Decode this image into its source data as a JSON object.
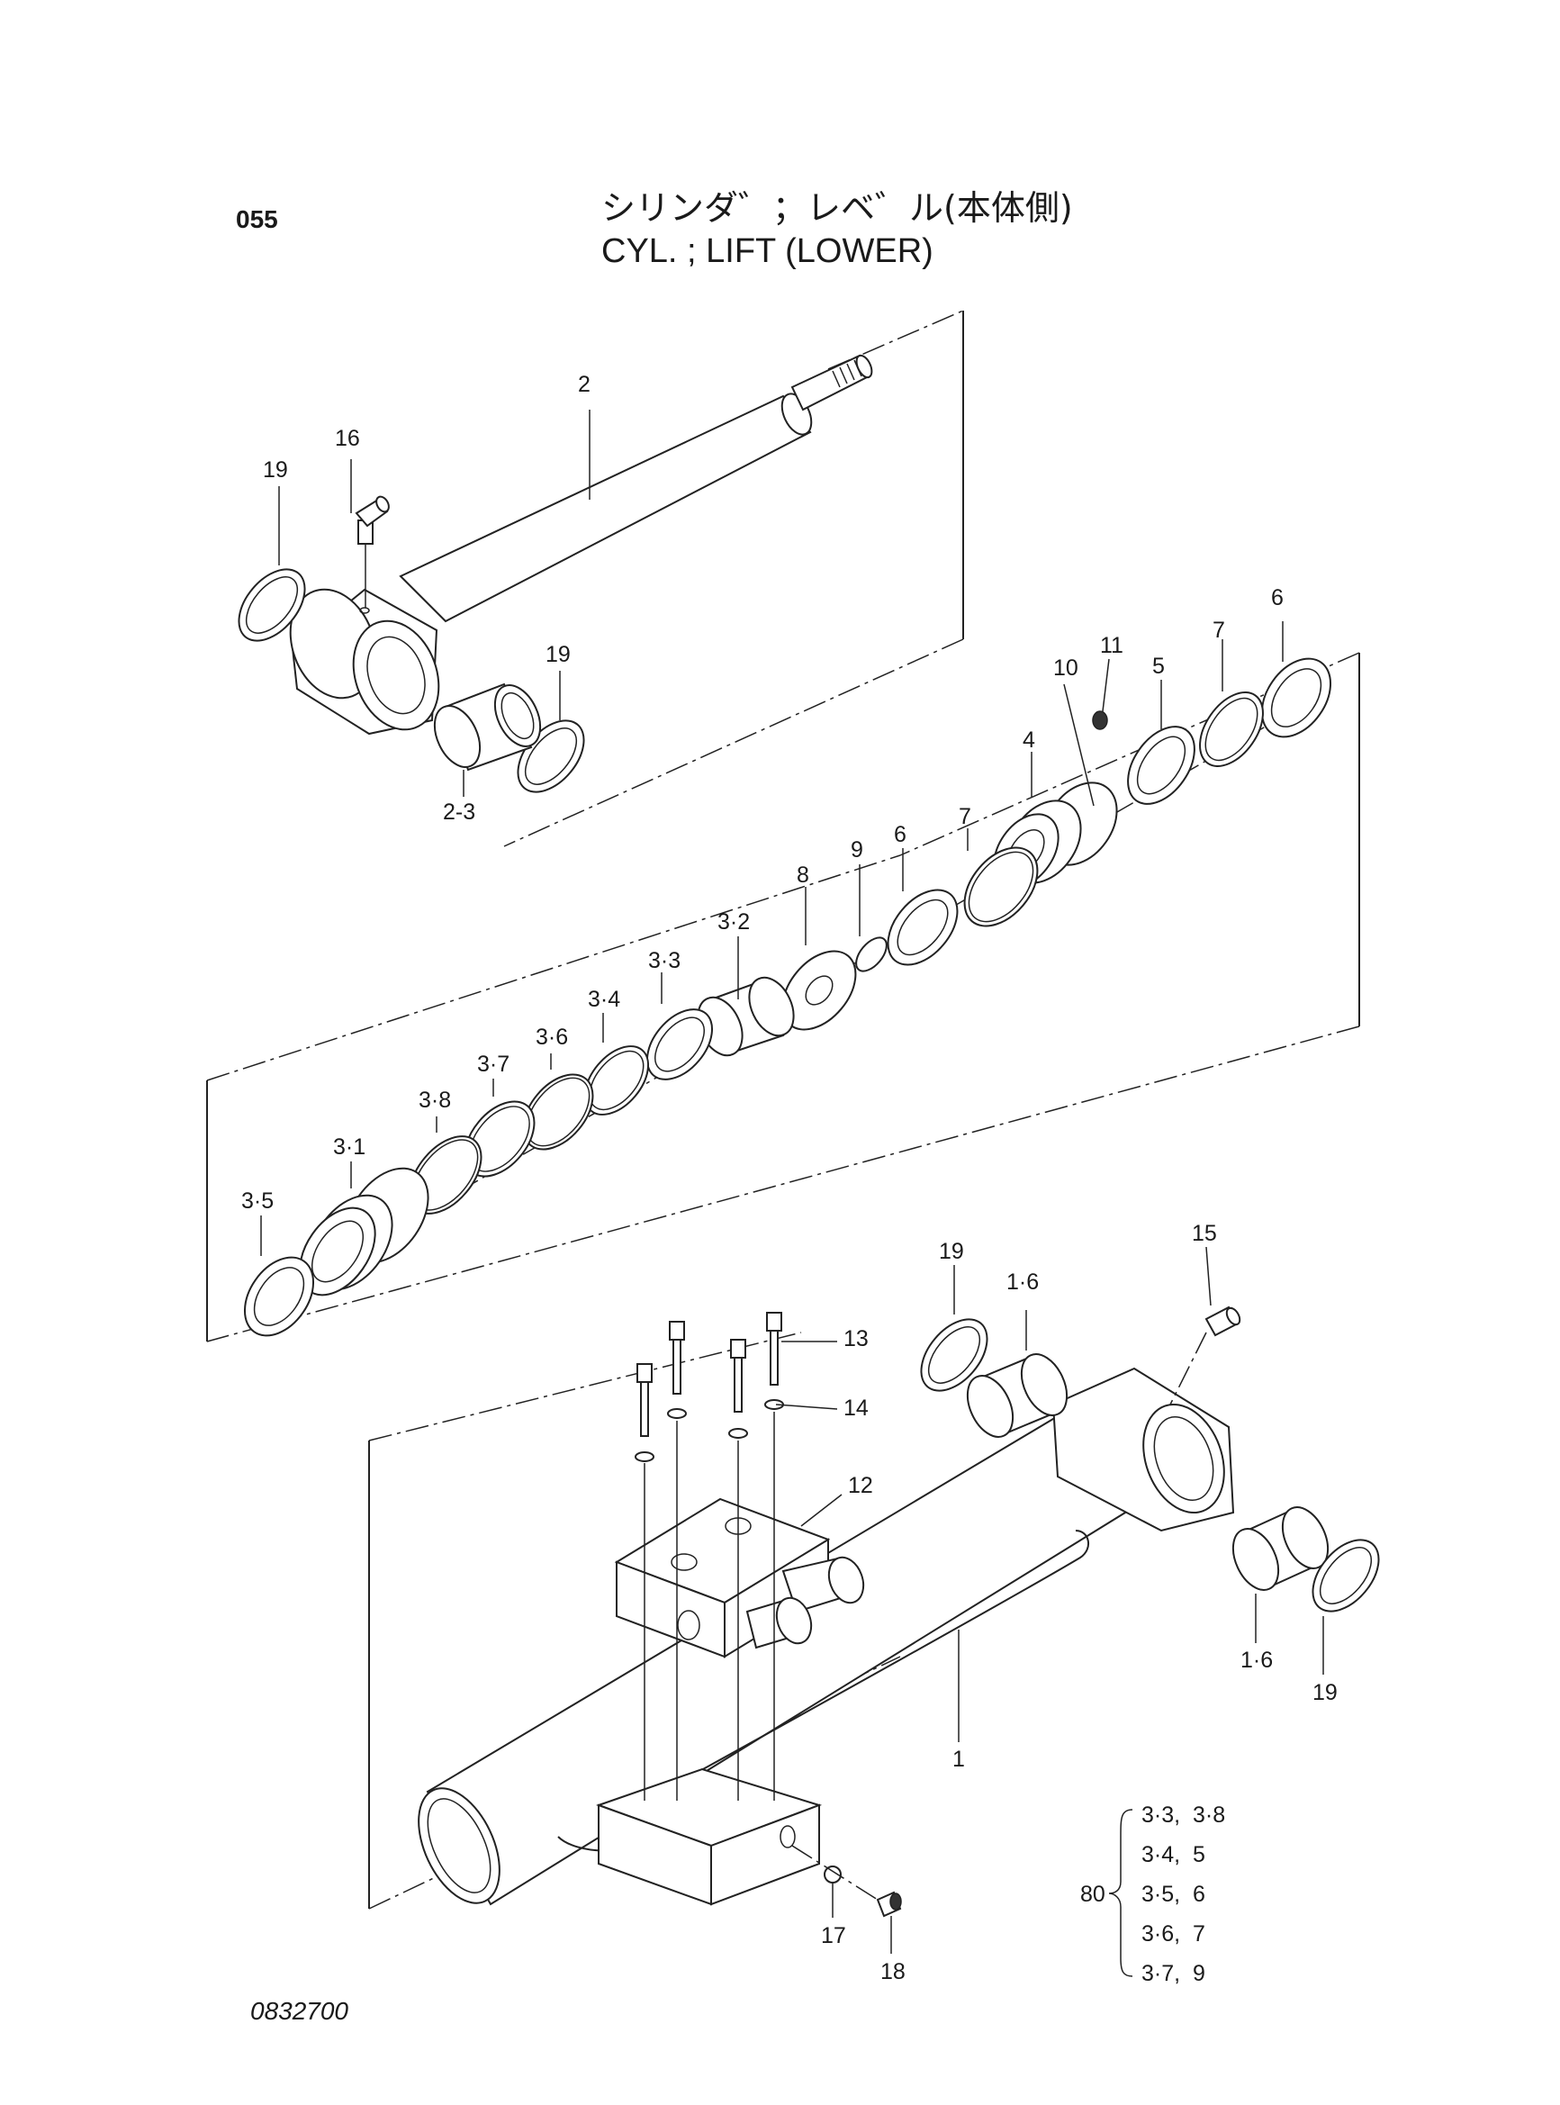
{
  "header": {
    "page_number": "055",
    "title_jp": "シリンダ゛；レベ゛ル(本体側)",
    "title_en": "CYL. ; LIFT (LOWER)"
  },
  "footer": {
    "drawing_number": "0832700"
  },
  "callouts": [
    {
      "id": "c2",
      "label": "2"
    },
    {
      "id": "c16",
      "label": "16"
    },
    {
      "id": "c19a",
      "label": "19"
    },
    {
      "id": "c19b",
      "label": "19"
    },
    {
      "id": "c2-3",
      "label": "2-3"
    },
    {
      "id": "c6a",
      "label": "6"
    },
    {
      "id": "c7a",
      "label": "7"
    },
    {
      "id": "c5",
      "label": "5"
    },
    {
      "id": "c11",
      "label": "11"
    },
    {
      "id": "c10",
      "label": "10"
    },
    {
      "id": "c4",
      "label": "4"
    },
    {
      "id": "c7b",
      "label": "7"
    },
    {
      "id": "c6b",
      "label": "6"
    },
    {
      "id": "c9",
      "label": "9"
    },
    {
      "id": "c8",
      "label": "8"
    },
    {
      "id": "c3-2",
      "label": "3·2"
    },
    {
      "id": "c3-3",
      "label": "3·3"
    },
    {
      "id": "c3-4",
      "label": "3·4"
    },
    {
      "id": "c3-6",
      "label": "3·6"
    },
    {
      "id": "c3-7",
      "label": "3·7"
    },
    {
      "id": "c3-8",
      "label": "3·8"
    },
    {
      "id": "c3-1",
      "label": "3·1"
    },
    {
      "id": "c3-5",
      "label": "3·5"
    },
    {
      "id": "c19c",
      "label": "19"
    },
    {
      "id": "c1-6a",
      "label": "1·6"
    },
    {
      "id": "c15",
      "label": "15"
    },
    {
      "id": "c13",
      "label": "13"
    },
    {
      "id": "c14",
      "label": "14"
    },
    {
      "id": "c12",
      "label": "12"
    },
    {
      "id": "c1-6b",
      "label": "1·6"
    },
    {
      "id": "c19d",
      "label": "19"
    },
    {
      "id": "c1",
      "label": "1"
    },
    {
      "id": "c17",
      "label": "17"
    },
    {
      "id": "c18",
      "label": "18"
    }
  ],
  "seal_kit": {
    "number": "80",
    "rows": [
      "3·3,  3·8",
      "3·4,  5",
      "3·5,  6",
      "3·6,  7",
      "3·7,  9"
    ]
  }
}
